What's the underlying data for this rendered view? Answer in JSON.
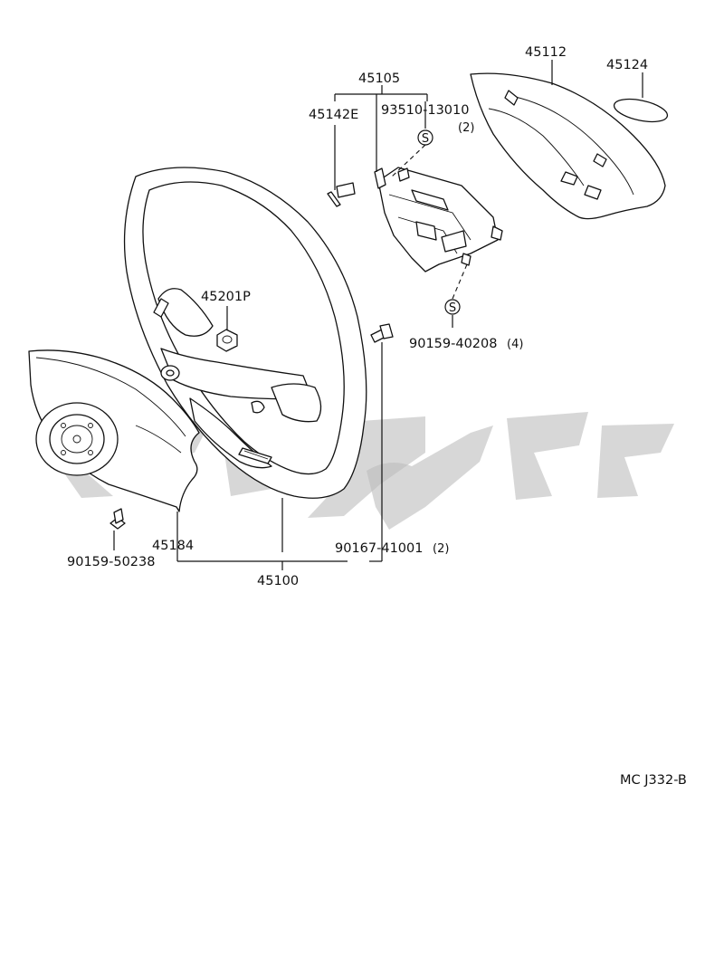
{
  "diagram": {
    "parts": [
      {
        "id": "45105",
        "label": "45105",
        "qty": ""
      },
      {
        "id": "45112",
        "label": "45112",
        "qty": ""
      },
      {
        "id": "45124",
        "label": "45124",
        "qty": ""
      },
      {
        "id": "45142E",
        "label": "45142E",
        "qty": ""
      },
      {
        "id": "93510-13010",
        "label": "93510-13010",
        "qty": "(2)"
      },
      {
        "id": "45201P",
        "label": "45201P",
        "qty": ""
      },
      {
        "id": "90159-40208",
        "label": "90159-40208",
        "qty": "(4)"
      },
      {
        "id": "45184",
        "label": "45184",
        "qty": ""
      },
      {
        "id": "90159-50238",
        "label": "90159-50238",
        "qty": ""
      },
      {
        "id": "45100",
        "label": "45100",
        "qty": ""
      },
      {
        "id": "90167-41001",
        "label": "90167-41001",
        "qty": "(2)"
      }
    ],
    "screw_marker": "S",
    "drawing_code": "MC J332-B"
  },
  "colors": {
    "line": "#111111",
    "watermark": "#bdbdbd",
    "background": "#ffffff"
  }
}
